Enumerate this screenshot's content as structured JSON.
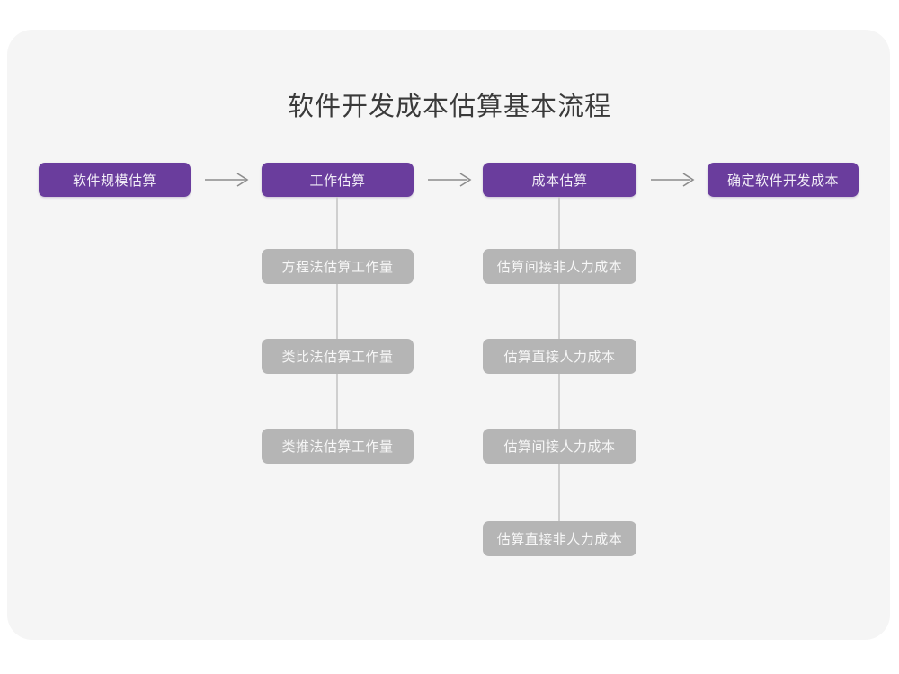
{
  "page": {
    "title": "软件开发成本估算基本流程",
    "background_color": "#ffffff",
    "card_color": "#f5f5f5",
    "primary_color": "#6a3d9d",
    "secondary_color": "#b5b5b5",
    "connector_color": "#cfcfcf",
    "arrow_color": "#8c8c8c"
  },
  "flow": {
    "stages": [
      {
        "id": "stage-1",
        "label": "软件规模估算",
        "substeps": []
      },
      {
        "id": "stage-2",
        "label": "工作估算",
        "substeps": [
          {
            "label": "方程法估算工作量"
          },
          {
            "label": "类比法估算工作量"
          },
          {
            "label": "类推法估算工作量"
          }
        ]
      },
      {
        "id": "stage-3",
        "label": "成本估算",
        "substeps": [
          {
            "label": "估算间接非人力成本"
          },
          {
            "label": "估算直接人力成本"
          },
          {
            "label": "估算间接人力成本"
          },
          {
            "label": "估算直接非人力成本"
          }
        ]
      },
      {
        "id": "stage-4",
        "label": "确定软件开发成本",
        "substeps": []
      }
    ],
    "connectors": [
      {
        "from": "stage-1",
        "to": "stage-2",
        "glyph": "arrow-right"
      },
      {
        "from": "stage-2",
        "to": "stage-3",
        "glyph": "arrow-right"
      },
      {
        "from": "stage-3",
        "to": "stage-4",
        "glyph": "arrow-right"
      }
    ]
  }
}
